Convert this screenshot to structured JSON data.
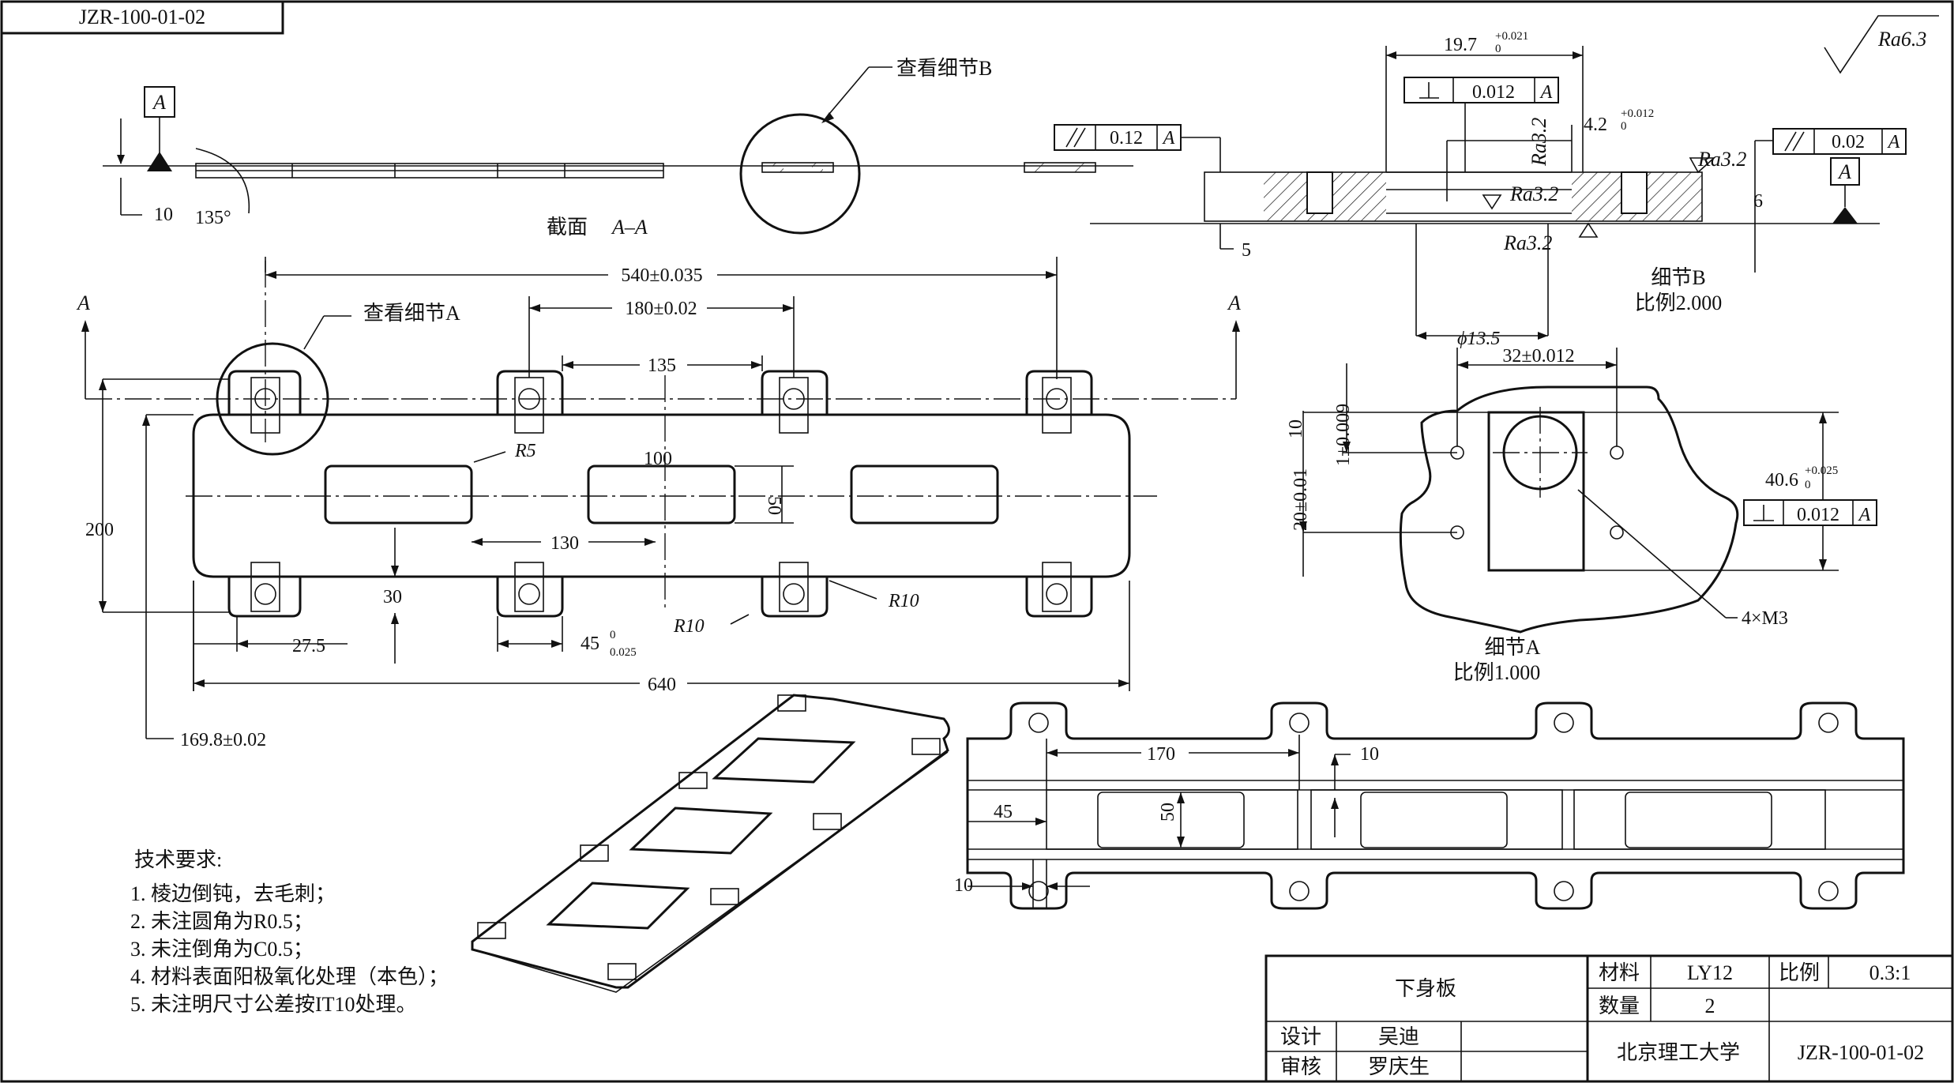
{
  "drawing_number": "JZR-100-01-02",
  "section": {
    "label": "截面",
    "name": "A–A",
    "datum": "A",
    "dim_thickness": "10",
    "dim_angle": "135°"
  },
  "detail_b": {
    "callout": "查看细节B",
    "title": "细节B",
    "scale": "比例2.000",
    "dim_width": "19.7",
    "dim_width_tol_up": "+0.021",
    "dim_width_tol_low": "0",
    "dim_depth": "4.2",
    "dim_depth_tol_up": "+0.012",
    "dim_depth_tol_low": "0",
    "dim_height": "6",
    "dim_offset": "5",
    "dim_dia": "ϕ13.5",
    "perp_value": "0.012",
    "perp_datum": "A",
    "par_left_value": "0.12",
    "par_left_datum": "A",
    "par_right_value": "0.02",
    "par_right_datum": "A",
    "datum": "A",
    "ra_values": [
      "Ra3.2",
      "Ra3.2",
      "Ra3.2",
      "Ra3.2"
    ],
    "ra_general": "Ra6.3"
  },
  "front_view": {
    "callout_a": "查看细节A",
    "section_mark_left": "A",
    "section_mark_right": "A",
    "dims": {
      "d540": "540±0.035",
      "d180": "180±0.02",
      "d135": "135",
      "d100": "100",
      "d50": "50",
      "d130": "130",
      "d200": "200",
      "d30": "30",
      "d27_5": "27.5",
      "d45": "45",
      "d45_tol_up": "0",
      "d45_tol_low": "0.025",
      "d640": "640",
      "d169_8": "169.8±0.02",
      "r5": "R5",
      "r10a": "R10",
      "r10b": "R10"
    }
  },
  "detail_a": {
    "title": "细节A",
    "scale": "比例1.000",
    "dim_32": "32±0.012",
    "dim_10": "10",
    "dim_1": "1±0.009",
    "dim_20": "20±0.01",
    "dim_40_6": "40.6",
    "dim_40_6_tol_up": "+0.025",
    "dim_40_6_tol_low": "0",
    "perp_value": "0.012",
    "perp_datum": "A",
    "holes": "4×M3"
  },
  "bottom_view": {
    "d170": "170",
    "d10a": "10",
    "d45": "45",
    "d50": "50",
    "d10b": "10"
  },
  "notes": {
    "heading": "技术要求:",
    "items": [
      "1. 棱边倒钝，去毛刺；",
      "2. 未注圆角为R0.5；",
      "3. 未注倒角为C0.5；",
      "4. 材料表面阳极氧化处理（本色）；",
      "5. 未注明尺寸公差按IT10处理。"
    ]
  },
  "title_block": {
    "part_name": "下身板",
    "material_label": "材料",
    "material": "LY12",
    "scale_label": "比例",
    "scale": "0.3:1",
    "quantity_label": "数量",
    "quantity": "2",
    "design_label": "设计",
    "designer": "吴迪",
    "review_label": "审核",
    "reviewer": "罗庆生",
    "organization": "北京理工大学",
    "drawing_number": "JZR-100-01-02"
  },
  "colors": {
    "ink": "#111111",
    "paper": "#ffffff"
  }
}
